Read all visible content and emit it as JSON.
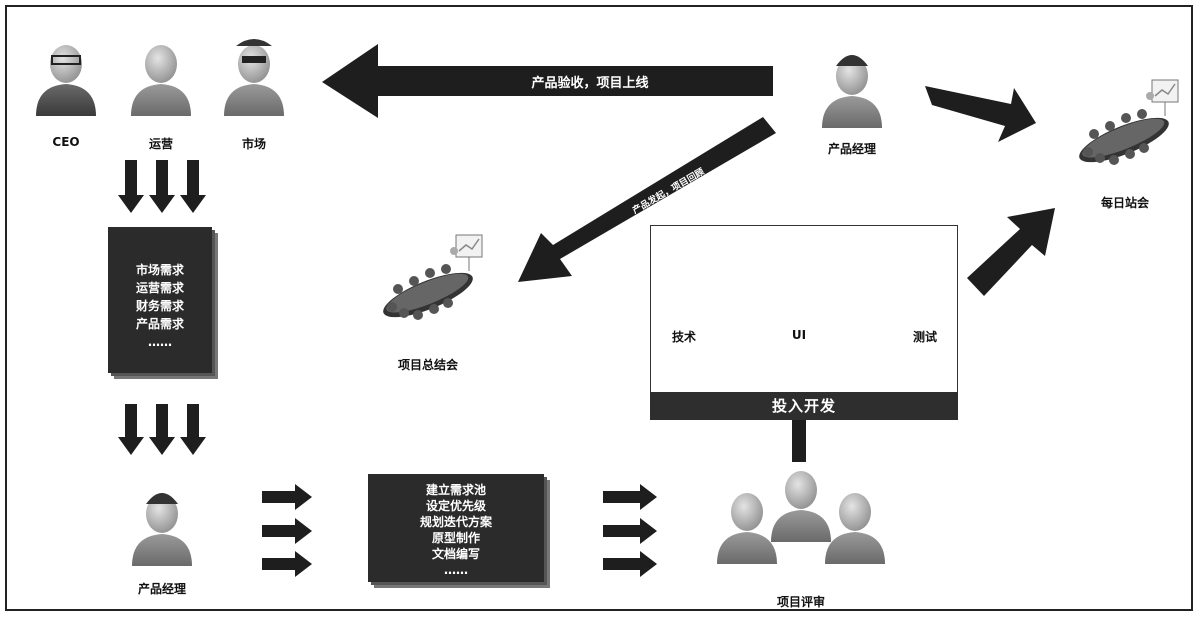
{
  "roles": {
    "ceo": "CEO",
    "operations": "运营",
    "market": "市场",
    "pm_top": "产品经理",
    "pm_bottom": "产品经理",
    "tech": "技术",
    "ui": "UI",
    "test": "测试"
  },
  "meetings": {
    "daily_standup": "每日站会",
    "project_summary": "项目总结会",
    "project_review": "项目评审"
  },
  "arrows": {
    "acceptance_launch": "产品验收，项目上线",
    "initiate_review": "产品发起，项目回顾",
    "development": "投入开发"
  },
  "requirements_doc": {
    "lines": [
      "市场需求",
      "运营需求",
      "财务需求",
      "产品需求",
      "……"
    ]
  },
  "planning_doc": {
    "lines": [
      "建立需求池",
      "设定优先级",
      "规划迭代方案",
      "原型制作",
      "文档编写",
      "……"
    ]
  }
}
